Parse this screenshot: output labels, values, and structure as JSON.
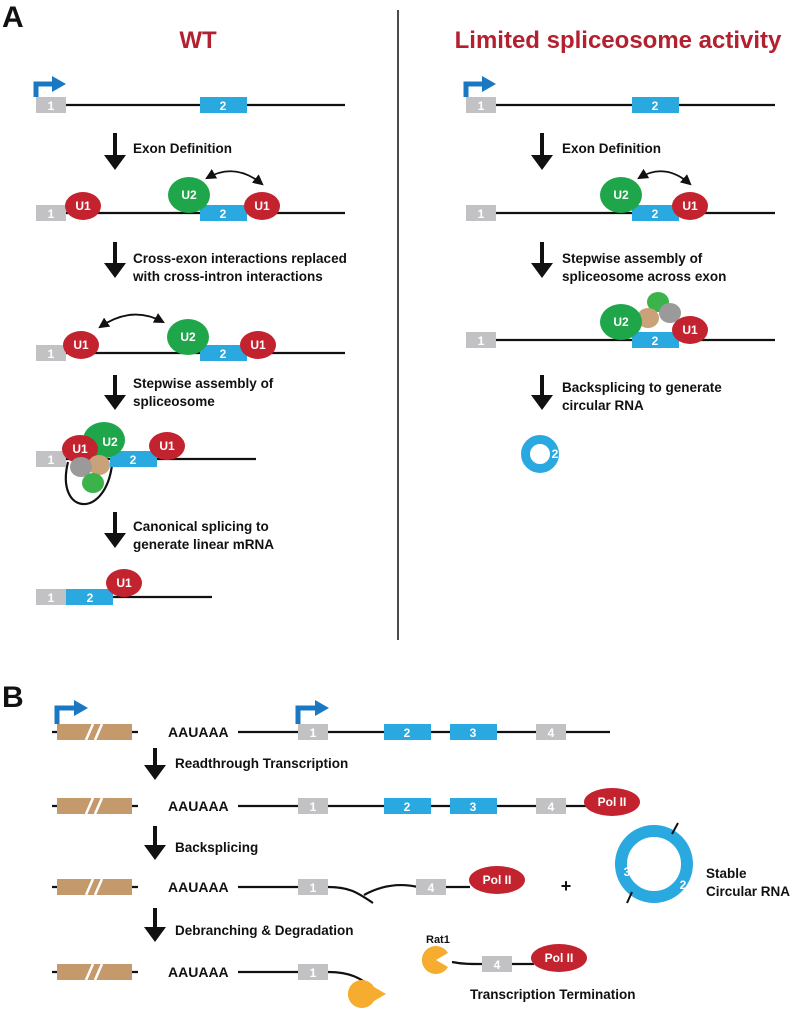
{
  "panel_a": {
    "letter": "A",
    "wt_title": "WT",
    "limited_title": "Limited spliceosome activity",
    "wt_steps": {
      "s1": "Exon Definition",
      "s2a": "Cross-exon interactions replaced",
      "s2b": "with cross-intron interactions",
      "s3a": "Stepwise assembly of",
      "s3b": "spliceosome",
      "s4a": "Canonical splicing to",
      "s4b": "generate linear mRNA"
    },
    "limited_steps": {
      "s1": "Exon Definition",
      "s2a": "Stepwise assembly of",
      "s2b": "spliceosome across exon",
      "s3a": "Backsplicing to generate",
      "s3b": "circular RNA"
    }
  },
  "panel_b": {
    "letter": "B",
    "polya": "AAUAAA",
    "steps": {
      "s1": "Readthrough Transcription",
      "s2": "Backsplicing",
      "s3": "Debranching & Degradation"
    },
    "plus": "+",
    "stable_a": "Stable",
    "stable_b": "Circular RNA",
    "rat1": "Rat1",
    "termination": "Transcription Termination",
    "pol": "Pol II"
  },
  "labels": {
    "exon1": "1",
    "exon2": "2",
    "exon3": "3",
    "exon4": "4",
    "u1": "U1",
    "u2": "U2"
  },
  "colors": {
    "exon_gray": "#c2c2c4",
    "exon_blue": "#2aa9e0",
    "u1_red": "#c3232f",
    "u2_green": "#1fa64a",
    "promoter_blue": "#1a78c2",
    "upstream_tan": "#c49a6c",
    "rat1_orange": "#f6ac2f",
    "sf_gray": "#9a9a9a",
    "sf_tan": "#c9a27a",
    "sf_green": "#3cb34a",
    "title_red": "#b3202f"
  }
}
